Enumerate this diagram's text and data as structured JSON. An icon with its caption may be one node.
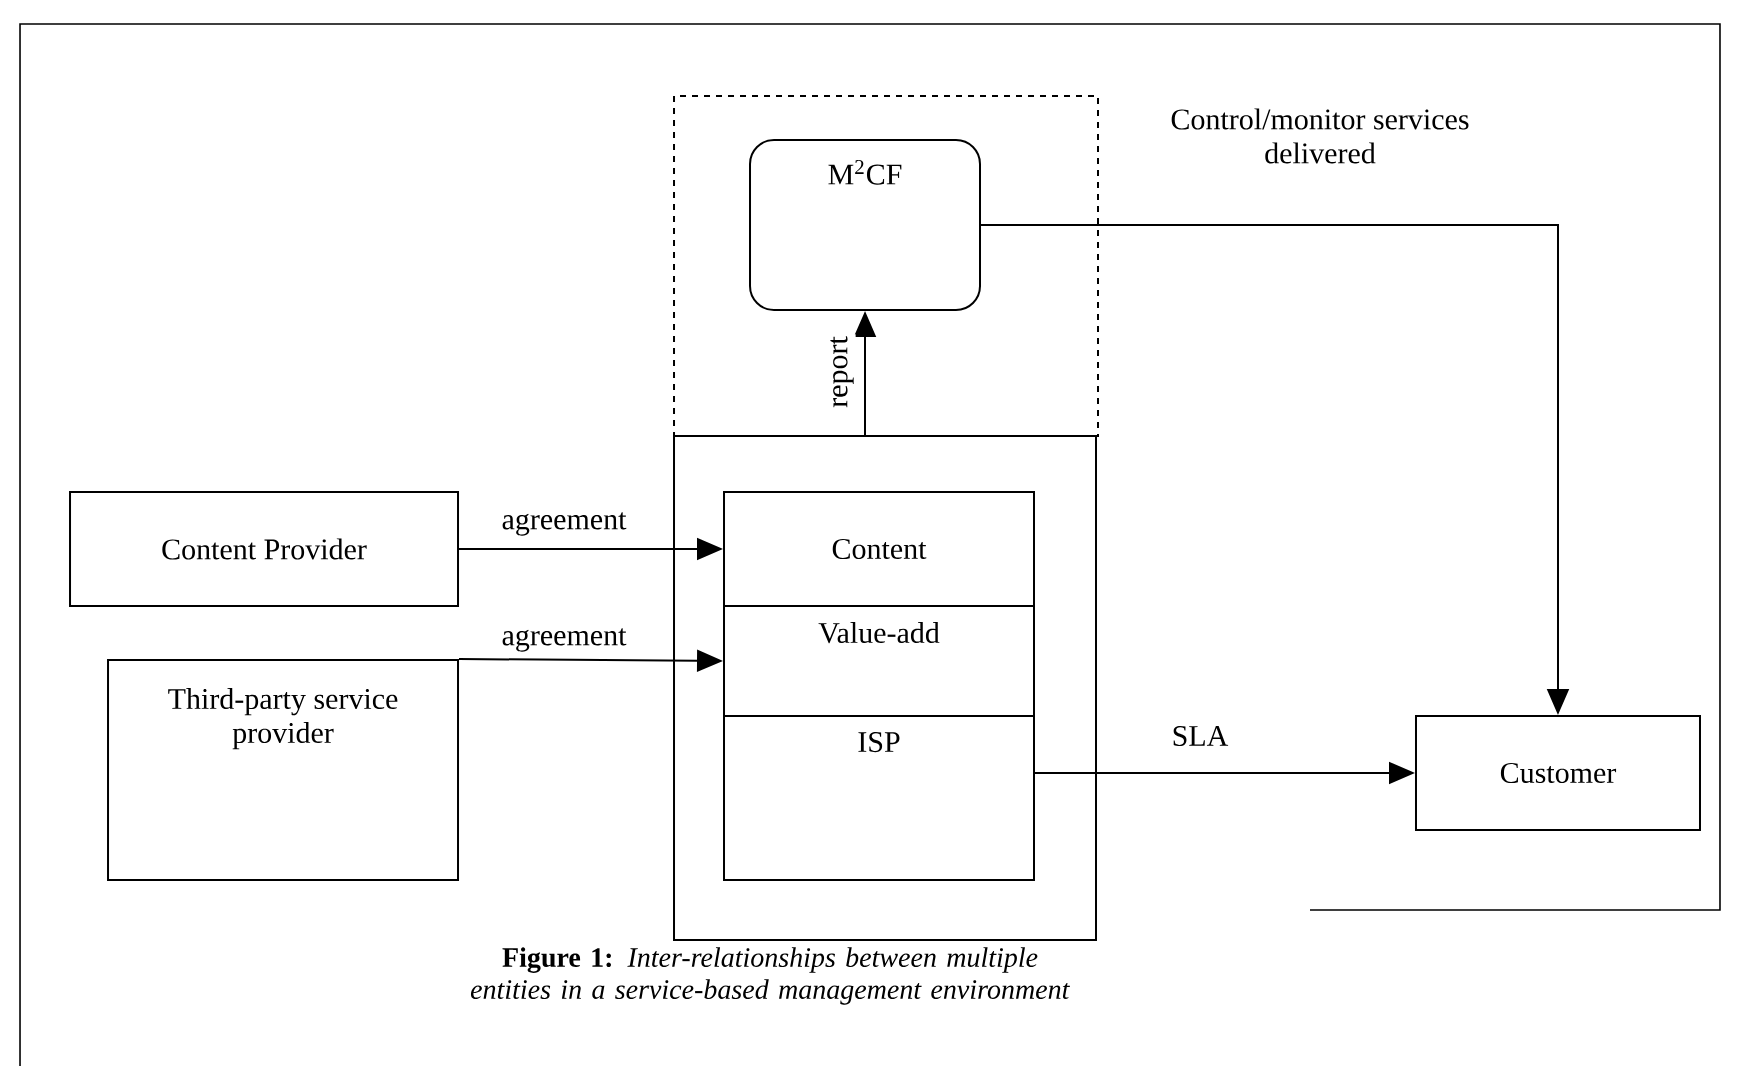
{
  "diagram": {
    "caption": "**Figure 1:** *Inter-relationships between multiple entities in a service-based management environment*",
    "nodes": [
      {
        "text": [],
        "shape": "box"
      },
      {
        "text": [
          "M$^{2}$CF"
        ],
        "in": 0
      },
      {
        "text": [],
        "shape": "box"
      },
      {
        "text": [
          "Content"
        ],
        "in": 2
      },
      {
        "text": [
          "Value-add"
        ],
        "in": 2
      },
      {
        "text": [
          "ISP"
        ],
        "in": 2
      },
      {
        "text": [
          "Content Provider"
        ]
      },
      {
        "text": [
          "Third-party service provider"
        ]
      },
      {
        "text": [
          "Customer"
        ]
      }
    ],
    "edges": [
      {
        "from": 6,
        "to": 3,
        "arrow": "to",
        "label": "agreement"
      },
      {
        "from": 7,
        "to": 4,
        "arrow": "to",
        "label": "agreement"
      },
      {
        "from": 2,
        "to": 1,
        "arrow": "to",
        "label": "report"
      },
      {
        "from": 1,
        "to": 8,
        "arrow": "to",
        "label": "Control/monitor services delivered"
      },
      {
        "from": 5,
        "to": 8,
        "arrow": "to",
        "label": "SLA"
      }
    ]
  }
}
